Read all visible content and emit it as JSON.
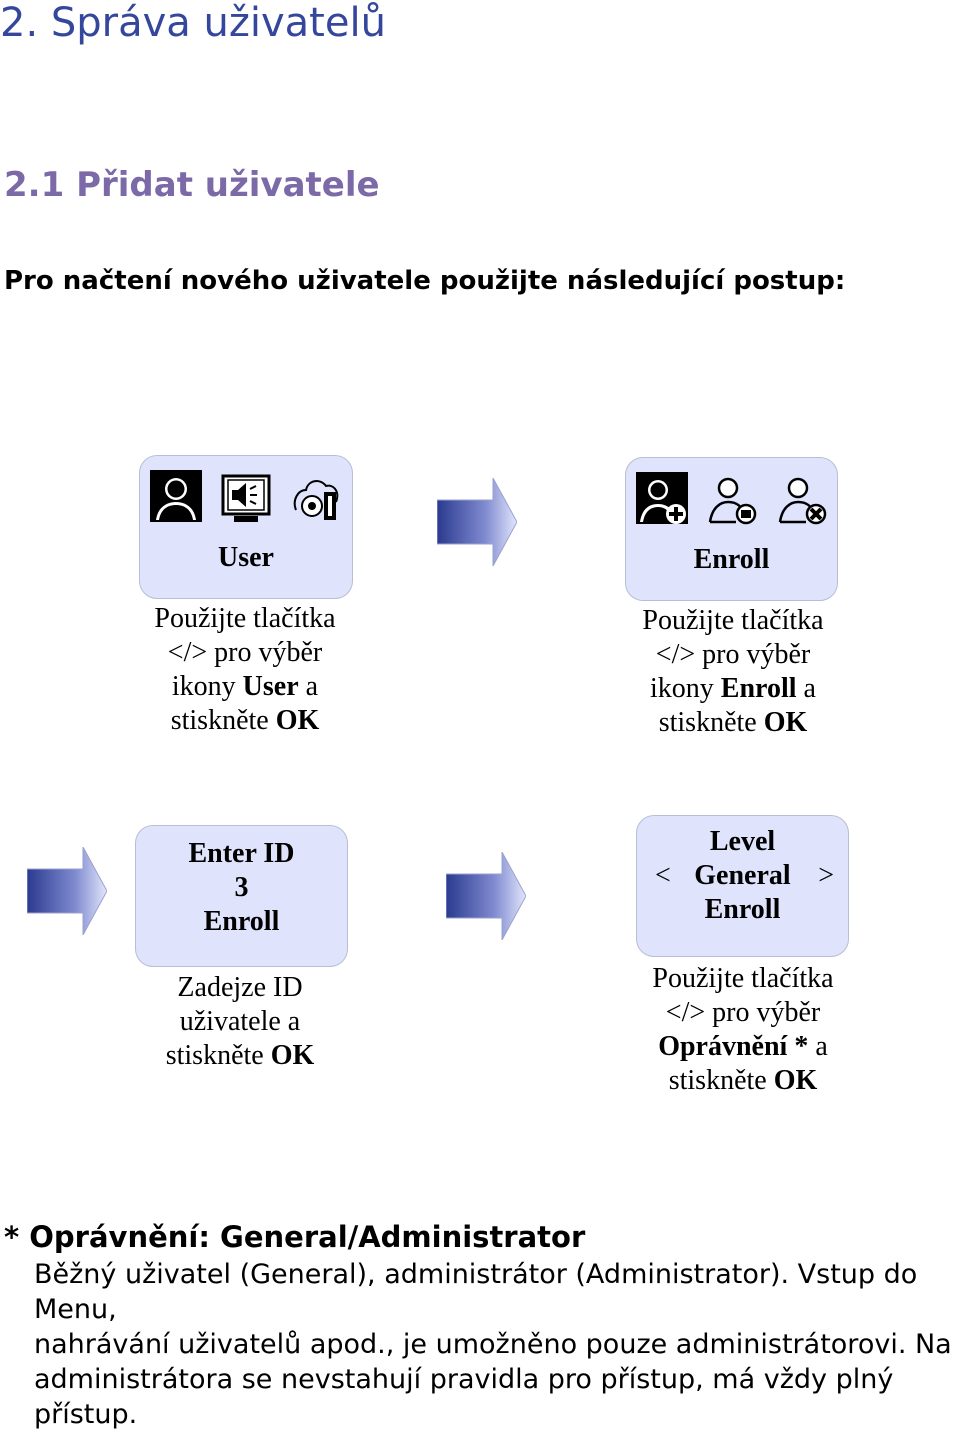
{
  "heading_main": "2. Správa uživatelů",
  "heading_sub": "2.1 Přidat uživatele",
  "intro": "Pro načtení nového uživatele použijte následující postup:",
  "step1": {
    "screen_title": "User",
    "icons": [
      "user-icon",
      "speaker-icon",
      "settings-gear-icon"
    ],
    "caption": {
      "l1": "Použijte tlačítka",
      "l2": "</> pro výběr",
      "l3_pre": "ikony ",
      "l3_bold": "User",
      "l3_post": " a",
      "l4_pre": "stiskněte ",
      "l4_bold": "OK"
    }
  },
  "step2": {
    "screen_title": "Enroll",
    "icons": [
      "user-add-icon",
      "user-edit-icon",
      "user-delete-icon"
    ],
    "caption": {
      "l1": "Použijte tlačítka",
      "l2": "</> pro výběr",
      "l3_pre": "ikony ",
      "l3_bold": "Enroll",
      "l3_post": " a",
      "l4_pre": "stiskněte ",
      "l4_bold": "OK"
    }
  },
  "step3": {
    "screen_line1": "Enter ID",
    "screen_line2": "3",
    "screen_line3": "Enroll",
    "caption": {
      "l1": "Zadejze ID",
      "l2": "uživatele a",
      "l3_pre": "stiskněte ",
      "l3_bold": "OK"
    }
  },
  "step4": {
    "screen_line1": "Level",
    "screen_left": "<",
    "screen_value": "General",
    "screen_right": ">",
    "screen_line3": "Enroll",
    "caption": {
      "l1": "Použijte tlačítka",
      "l2": "</> pro výběr",
      "l3_bold": "Oprávnění *",
      "l3_post": " a",
      "l4_pre": "stiskněte ",
      "l4_bold": "OK"
    }
  },
  "note": {
    "title": "* Oprávnění: General/Administrator",
    "l1": "Běžný uživatel (General), administrátor (Administrator). Vstup do Menu,",
    "l2": "nahrávání uživatelů apod., je umožněno pouze administrátorovi. Na",
    "l3": "administrátora se nevstahují pravidla pro přístup, má vždy plný přístup."
  },
  "colors": {
    "heading_main": "#34479c",
    "heading_sub": "#7c6aa8",
    "panel_bg": "#dfe3fb",
    "arrow_dark": "#2b3a8f",
    "arrow_light": "#e2e6fb"
  }
}
